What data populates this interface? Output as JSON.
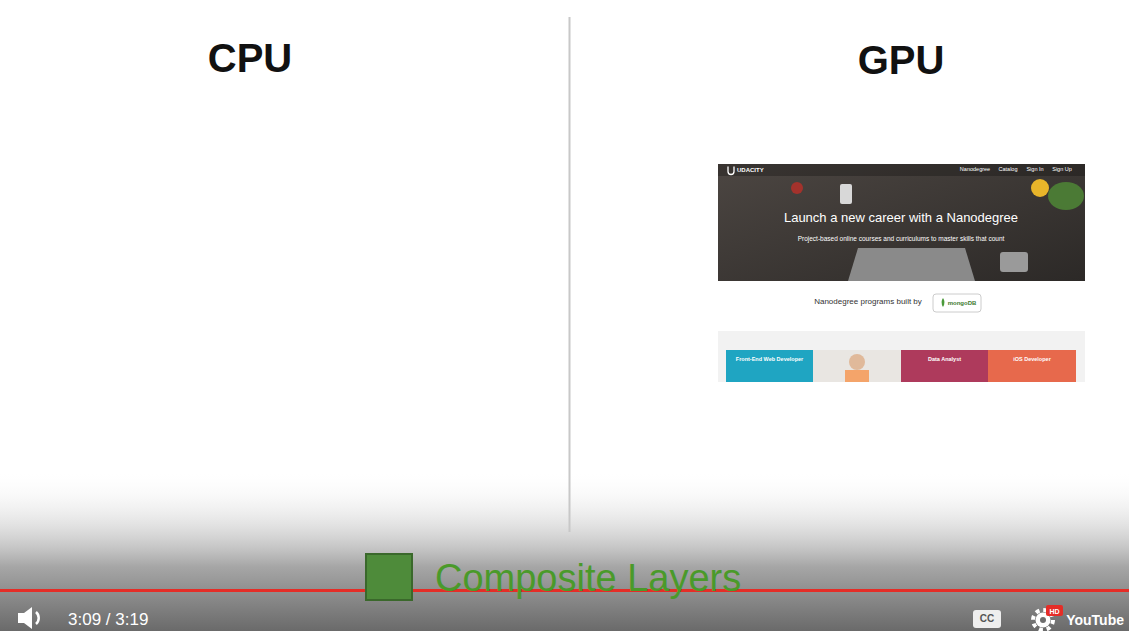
{
  "diagram": {
    "labels": [
      "CPU",
      "GPU",
      "UDACITY",
      "Nanodegree",
      "Catalog",
      "Sign In",
      "Sign Up",
      "Launch a new career with a Nanodegree",
      "Project-based online courses and curriculums to master skills that count",
      "Nanodegree programs built by",
      "mongoDB",
      "Front-End Web Developer",
      "Data Analyst",
      "iOS Developer",
      "3:09 / 3:19",
      "CC",
      "HD",
      "YouTube"
    ],
    "legend": [
      {
        "text": "Composite Layers",
        "color": "#4e8b3a"
      }
    ]
  }
}
